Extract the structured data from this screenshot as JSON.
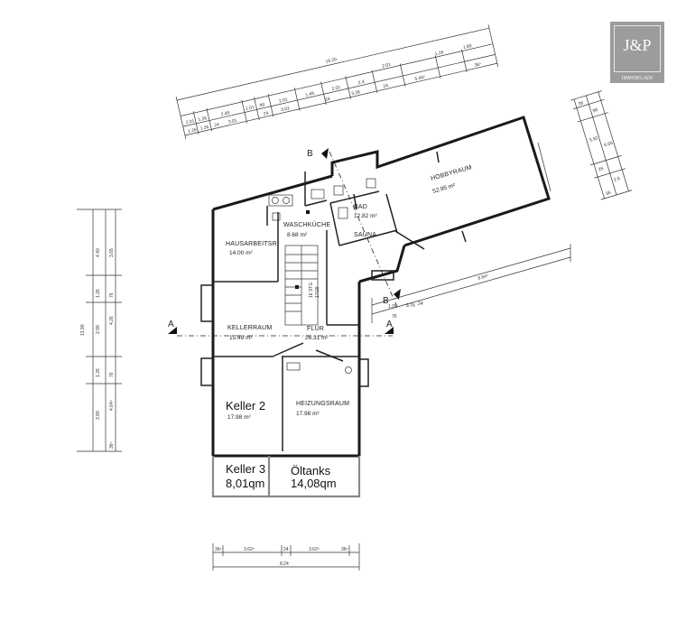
{
  "logo": {
    "text": "J&P",
    "subtext": "IMMOBILIEN",
    "color": "#9c9c9c"
  },
  "rooms": {
    "hobbyraum": {
      "name": "HOBBYRAUM",
      "area": "52.95 m²"
    },
    "bad": {
      "name": "BAD",
      "area": "12.82 m²"
    },
    "sauna": {
      "name": "SAUNA"
    },
    "waschkueche": {
      "name": "WASCHKÜCHE",
      "area": "8.68 m²"
    },
    "hausarbeitsr": {
      "name": "HAUSARBEITSR",
      "area": "14.00 m²"
    },
    "kellerraum": {
      "name": "KELLERRAUM",
      "area": "15.49 m²"
    },
    "flur": {
      "name": "FLUR",
      "area": "26.31 m²"
    },
    "keller2": {
      "name": "Keller 2",
      "area": "17.98 m²"
    },
    "heizungsraum": {
      "name": "HEIZUNGSRAUM",
      "area": "17.98 m²"
    },
    "keller3": {
      "name": "Keller 3",
      "area": "8,01qm"
    },
    "oeltanks": {
      "name": "Öltanks",
      "area": "14,08qm"
    }
  },
  "stair": {
    "label": "16 STG",
    "ratio": "17/28"
  },
  "sections": {
    "a_left": "A",
    "a_right": "A",
    "b_top": "B",
    "b_bottom": "B"
  },
  "dimensions": {
    "top_total": "19.20",
    "top_row1": [
      "2.01",
      "1.26",
      "2.49",
      "1.01",
      "99",
      "2.01",
      "1.49",
      "2.01",
      "2.4",
      "2.01",
      "1.26",
      "1.80"
    ],
    "top_row2": [
      "1.26",
      "1.26",
      "24",
      "3.01",
      "24",
      "3.01",
      "24",
      "3.26",
      "24",
      "5.44⁵",
      "36⁵"
    ],
    "left_total": "13.90",
    "left_vertical": [
      "4.40",
      "3.65",
      "1.26",
      "76",
      "4.26",
      "2.99",
      "1.26",
      "76",
      "4.64⁵",
      "3.89",
      "36⁵"
    ],
    "right_vertical": [
      "36",
      "98",
      "5.92",
      "6.65",
      "26",
      "2.6",
      "36"
    ],
    "mid_right": "8.84⁵",
    "mid_small": [
      "1.26",
      "76",
      "8.76",
      "24"
    ],
    "bottom_segments": [
      "36⁵",
      "3.62⁵",
      "24",
      "3.62⁵",
      "36⁵"
    ],
    "bottom_total": "8.24"
  }
}
